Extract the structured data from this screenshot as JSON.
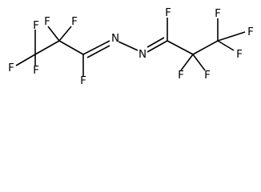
{
  "molecule": {
    "atom_labels": {
      "f_cf3_top": "F",
      "f_cf3_left": "F",
      "f_cf3_bottom": "F",
      "f_cf2_left": "F",
      "f_cf2_right": "F",
      "f_cn_left": "F",
      "n_left": "N",
      "n_right": "N",
      "f_cn_right": "F",
      "f_cf2b_left": "F",
      "f_cf2b_right": "F",
      "f_cf3b_top": "F",
      "f_cf3b_right": "F",
      "f_cf3b_bottom": "F"
    }
  }
}
